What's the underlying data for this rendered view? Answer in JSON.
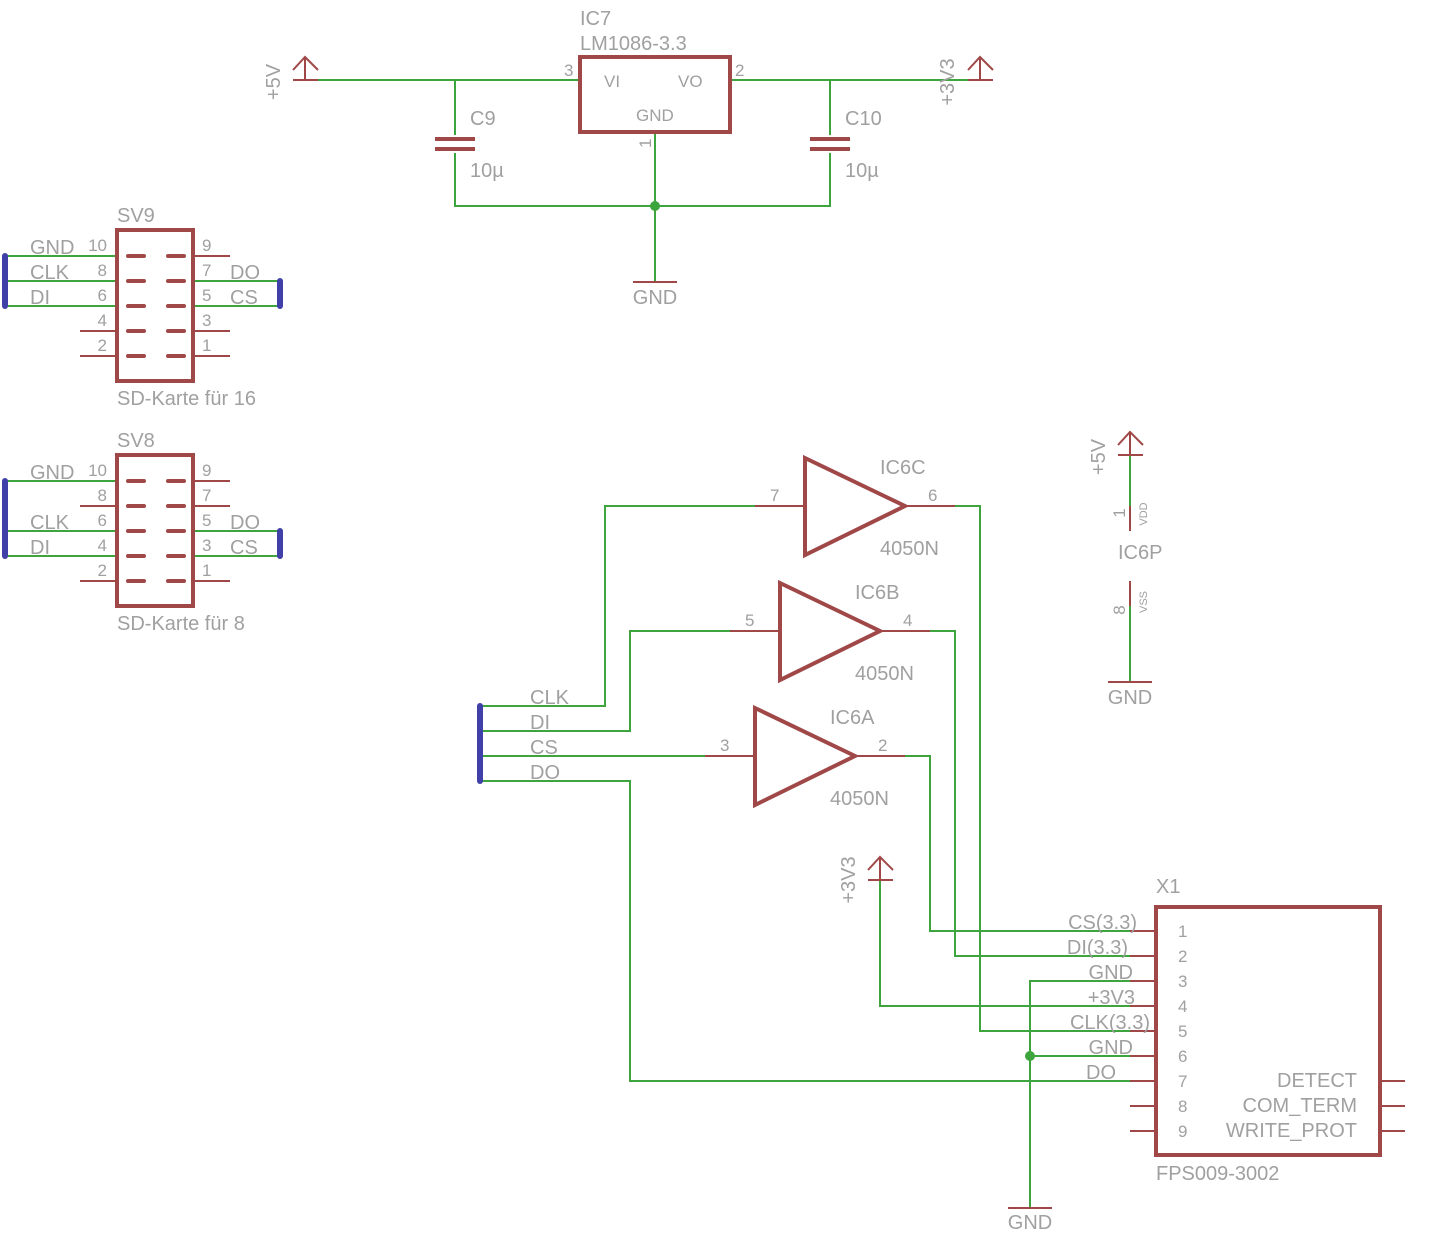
{
  "colors": {
    "wire": "#3ea43e",
    "component": "#a04848",
    "bus": "#4040a8",
    "label": "#a0a0a0",
    "background": "#ffffff"
  },
  "regulator": {
    "name": "IC7",
    "value": "LM1086-3.3",
    "pin_vi": "VI",
    "pin_vo": "VO",
    "pin_gnd": "GND",
    "pin_vi_num": "3",
    "pin_vo_num": "2",
    "pin_gnd_num": "1",
    "supply_in": "+5V",
    "supply_out": "+3V3",
    "gnd_label": "GND"
  },
  "capacitors": [
    {
      "name": "C9",
      "value": "10µ"
    },
    {
      "name": "C10",
      "value": "10µ"
    }
  ],
  "sv9": {
    "name": "SV9",
    "caption": "SD-Karte für 16",
    "left_pins": [
      "10",
      "8",
      "6",
      "4",
      "2"
    ],
    "right_pins": [
      "9",
      "7",
      "5",
      "3",
      "1"
    ],
    "left_signals": [
      "GND",
      "CLK",
      "DI"
    ],
    "right_signals": [
      "DO",
      "CS"
    ]
  },
  "sv8": {
    "name": "SV8",
    "caption": "SD-Karte für 8",
    "left_pins": [
      "10",
      "8",
      "6",
      "4",
      "2"
    ],
    "right_pins": [
      "9",
      "7",
      "5",
      "3",
      "1"
    ],
    "left_signals": [
      "GND",
      "CLK",
      "DI"
    ],
    "right_signals": [
      "DO",
      "CS"
    ]
  },
  "bus_signals": [
    "CLK",
    "DI",
    "CS",
    "DO"
  ],
  "buffers": [
    {
      "name": "IC6C",
      "value": "4050N",
      "in_pin": "7",
      "out_pin": "6"
    },
    {
      "name": "IC6B",
      "value": "4050N",
      "in_pin": "5",
      "out_pin": "4"
    },
    {
      "name": "IC6A",
      "value": "4050N",
      "in_pin": "3",
      "out_pin": "2"
    }
  ],
  "power_unit": {
    "name": "IC6P",
    "vdd": "VDD",
    "vss": "VSS",
    "vdd_pin": "1",
    "vss_pin": "8",
    "supply": "+5V",
    "gnd": "GND"
  },
  "supply_3v3": "+3V3",
  "connector": {
    "name": "X1",
    "value": "FPS009-3002",
    "signals": [
      "CS(3.3)",
      "DI(3.3)",
      "GND",
      "+3V3",
      "CLK(3.3)",
      "GND",
      "DO"
    ],
    "pins": [
      "1",
      "2",
      "3",
      "4",
      "5",
      "6",
      "7",
      "8",
      "9"
    ],
    "right_labels": [
      "DETECT",
      "COM_TERM",
      "WRITE_PROT"
    ],
    "gnd_label": "GND"
  }
}
